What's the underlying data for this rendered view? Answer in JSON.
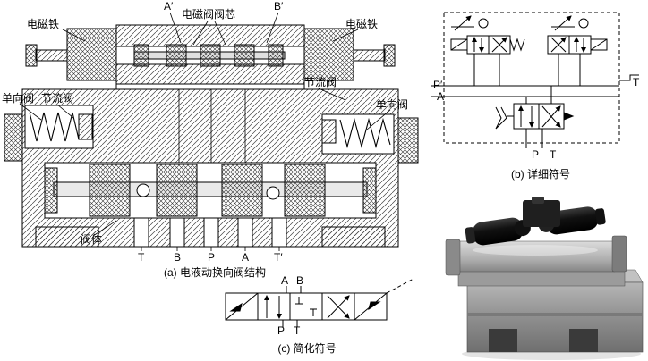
{
  "colors": {
    "ink": "#000000",
    "paper": "#ffffff",
    "photo_dark": "#1a1a1a",
    "photo_gray": "#9a9a9a"
  },
  "section_a": {
    "caption": "(a) 电液动换向阀结构",
    "electromagnet_left": "电磁铁",
    "electromagnet_right": "电磁铁",
    "port_a_prime": "A′",
    "pilot_spool": "电磁阀阀芯",
    "port_b_prime": "B′",
    "throttle_valve_left": "节流阀",
    "throttle_valve_right": "节流阀",
    "check_valve_left": "单向阀",
    "check_valve_right": "单向阀",
    "valve_body": "阀体",
    "ports": [
      "T",
      "B",
      "P",
      "A",
      "T′"
    ]
  },
  "section_b": {
    "caption": "(b) 详细符号",
    "port_p_prime": "P′",
    "port_a": "A",
    "port_t_top": "T",
    "port_p": "P",
    "port_t_bottom": "T"
  },
  "section_c": {
    "caption": "(c) 简化符号",
    "port_a": "A",
    "port_b": "B",
    "port_p": "P",
    "port_t": "T"
  }
}
